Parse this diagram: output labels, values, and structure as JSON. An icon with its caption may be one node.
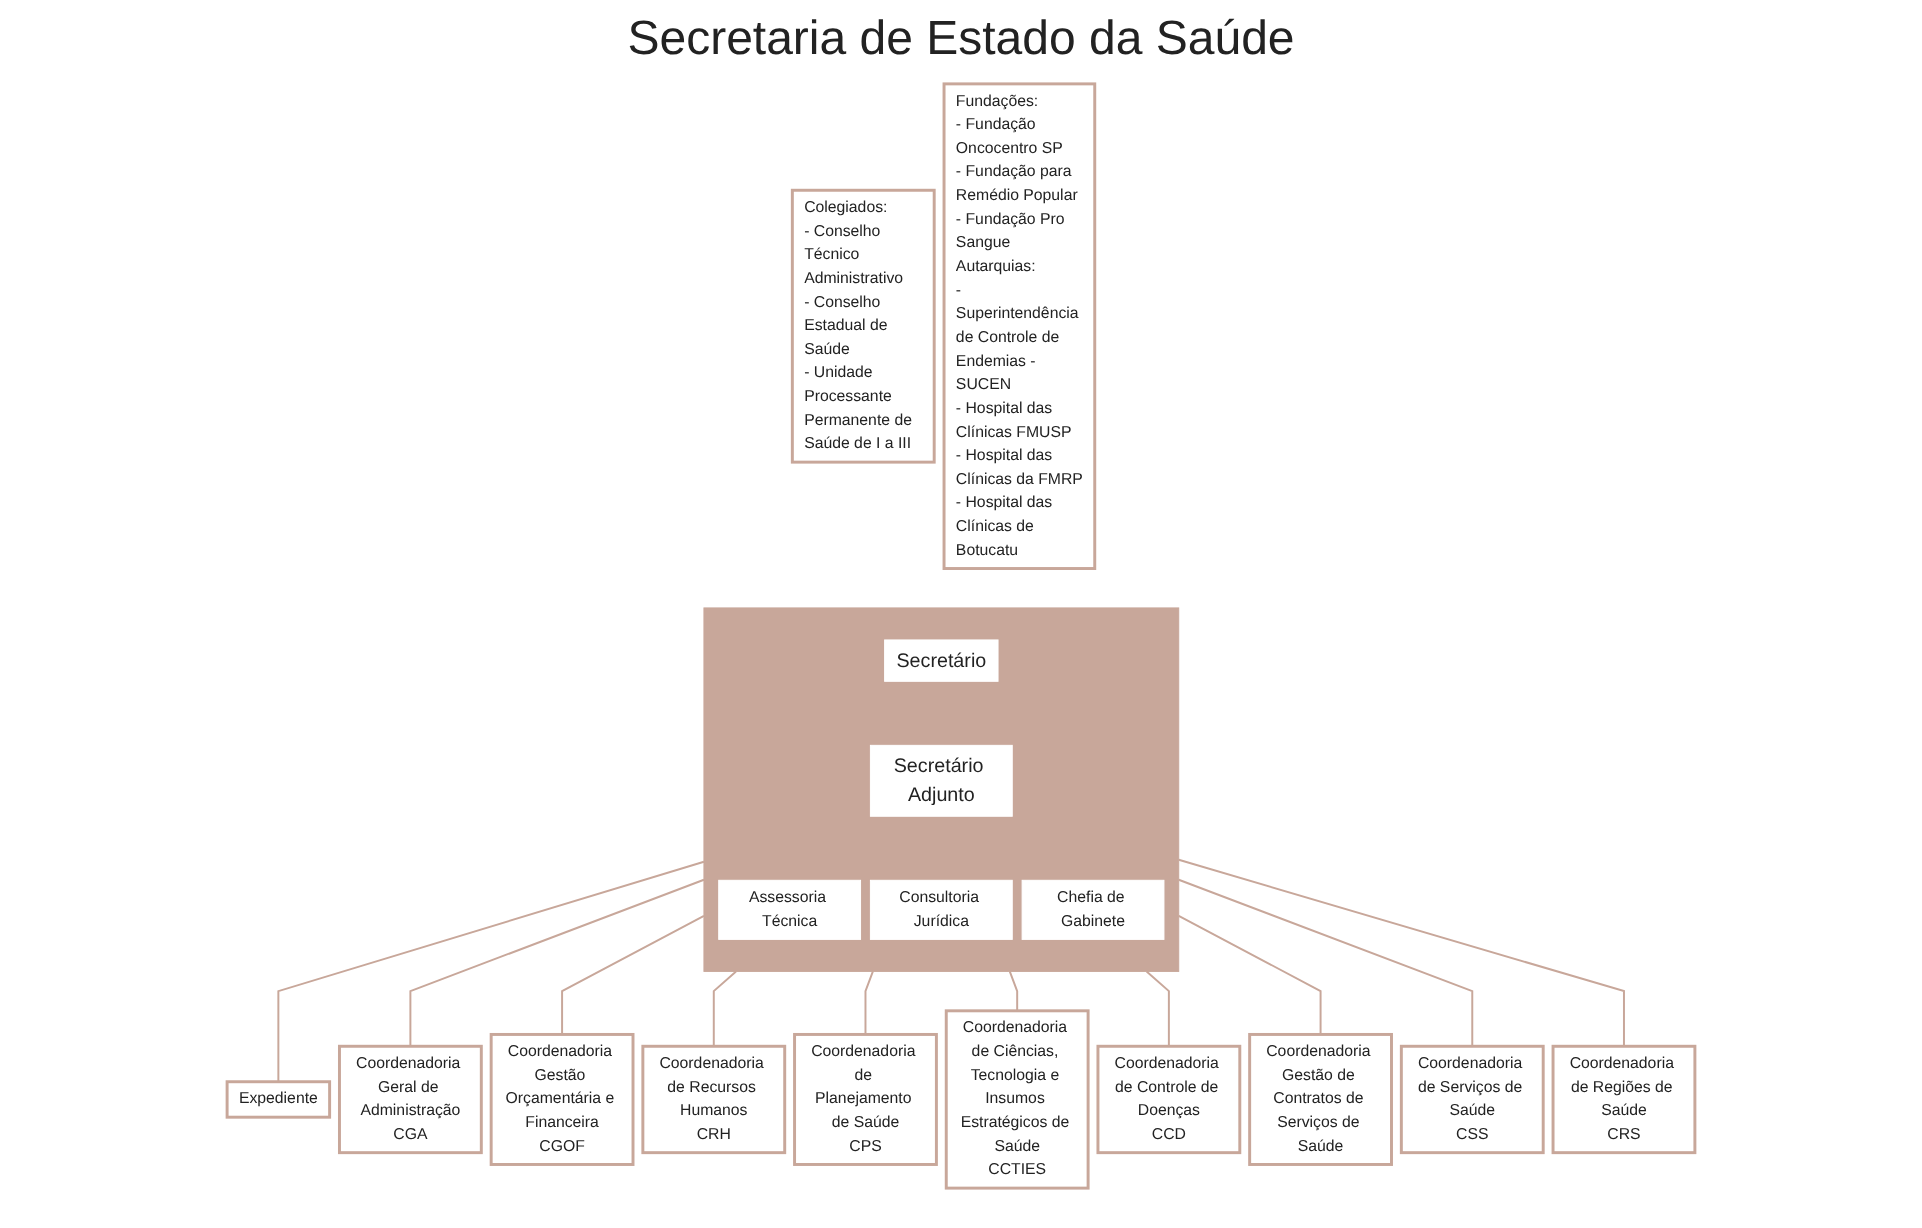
{
  "diagram": {
    "title": "Secretaria de Estado da Saúde",
    "nodes": [
      {
        "text": [
          "Colegiados:",
          "- Conselho Técnico Administrativo",
          "- Conselho Estadual de Saúde",
          "- Unidade Processante Permanente de Saúde de I a III"
        ]
      },
      {
        "text": [],
        "shape": "box"
      },
      {
        "text": [
          "Secretário"
        ],
        "in": 1
      },
      {
        "text": [
          "Secretário Adjunto"
        ],
        "in": 1
      },
      {
        "text": [
          "Assessoria Técnica"
        ],
        "in": 1
      },
      {
        "text": [
          "Consultoria Jurídica"
        ],
        "in": 1
      },
      {
        "text": [
          "Chefia de Gabinete"
        ],
        "in": 1
      },
      {
        "text": [
          "Fundações:",
          "- Fundação Oncocentro SP",
          "- Fundação para Remédio Popular",
          "- Fundação Pro Sangue",
          "Autarquias:",
          "- Superintendência de Controle de Endemias - SUCEN",
          "- Hospital das Clínicas FMUSP",
          "- Hospital das Clínicas da FMRP",
          "- Hospital das Clínicas de Botucatu"
        ]
      },
      {
        "text": [
          "Expediente"
        ]
      },
      {
        "text": [
          "Coordenadoria Geral de Administração",
          "CGA"
        ]
      },
      {
        "text": [
          "Coordenadoria Gestão Orçamentária e Financeira",
          "CGOF"
        ]
      },
      {
        "text": [
          "Coordenadoria de Recursos Humanos",
          "CRH"
        ]
      },
      {
        "text": [
          "Coordenadoria de Planejamento de Saúde",
          "CPS"
        ]
      },
      {
        "text": [
          "Coordenadoria de Ciências, Tecnologia e Insumos Estratégicos de Saúde",
          "CCTIES"
        ]
      },
      {
        "text": [
          "Coordenadoria de Controle de Doenças",
          "CCD"
        ]
      },
      {
        "text": [
          "Coordenadoria Gestão de Contratos de Serviços de Saúde"
        ]
      },
      {
        "text": [
          "Coordenadoria de Serviços de Saúde",
          "CSS"
        ]
      },
      {
        "text": [
          "Coordenadoria de Regiões de Saúde",
          "CRS"
        ]
      }
    ],
    "edges": [
      {
        "from": 1,
        "to": 8,
        "arrow": "none"
      },
      {
        "from": 1,
        "to": 9,
        "arrow": "none"
      },
      {
        "from": 1,
        "to": 10,
        "arrow": "none"
      },
      {
        "from": 1,
        "to": 11,
        "arrow": "none"
      },
      {
        "from": 1,
        "to": 12,
        "arrow": "none"
      },
      {
        "from": 1,
        "to": 13,
        "arrow": "none"
      },
      {
        "from": 1,
        "to": 14,
        "arrow": "none"
      },
      {
        "from": 1,
        "to": 15,
        "arrow": "none"
      },
      {
        "from": 1,
        "to": 16,
        "arrow": "none"
      },
      {
        "from": 1,
        "to": 17,
        "arrow": "none"
      }
    ]
  }
}
